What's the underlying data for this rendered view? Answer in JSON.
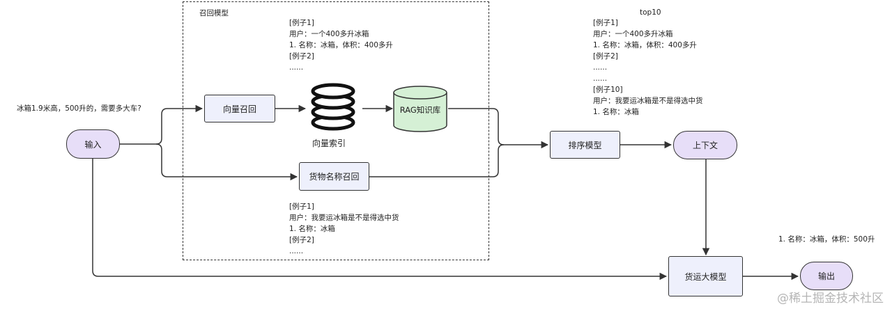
{
  "query_text": "冰箱1.9米高，500升的，需要多大车?",
  "recall_model_label": "召回模型",
  "nodes": {
    "input": "输入",
    "vector_recall": "向量召回",
    "vector_index": "向量索引",
    "rag_kb": "RAG知识库",
    "goods_name_recall": "货物名称召回",
    "rank_model": "排序模型",
    "context": "上下文",
    "freight_llm": "货运大模型",
    "output": "输出"
  },
  "vector_examples": [
    "[例子1]",
    "用户：一个400多升冰箱",
    "1. 名称：冰箱，体积：400多升",
    "[例子2]",
    "......"
  ],
  "name_examples": [
    "[例子1]",
    "用户：我要运冰箱是不是得选中货",
    "1. 名称：冰箱",
    "[例子2]",
    "......"
  ],
  "top10_title": "top10",
  "top10_examples": [
    "[例子1]",
    "用户：一个400多升冰箱",
    "1. 名称：冰箱，体积：400多升",
    "[例子2]",
    "......",
    "......",
    "[例子10]",
    "用户：我要运冰箱是不是得选中货",
    "1. 名称：冰箱"
  ],
  "output_text": "1. 名称：冰箱，体积：500升",
  "watermark": "@稀土掘金技术社区",
  "colors": {
    "box_fill": "#eef0fc",
    "pill_fill": "#e7def8",
    "db_fill": "#d5f0d5",
    "stroke": "#333333"
  }
}
